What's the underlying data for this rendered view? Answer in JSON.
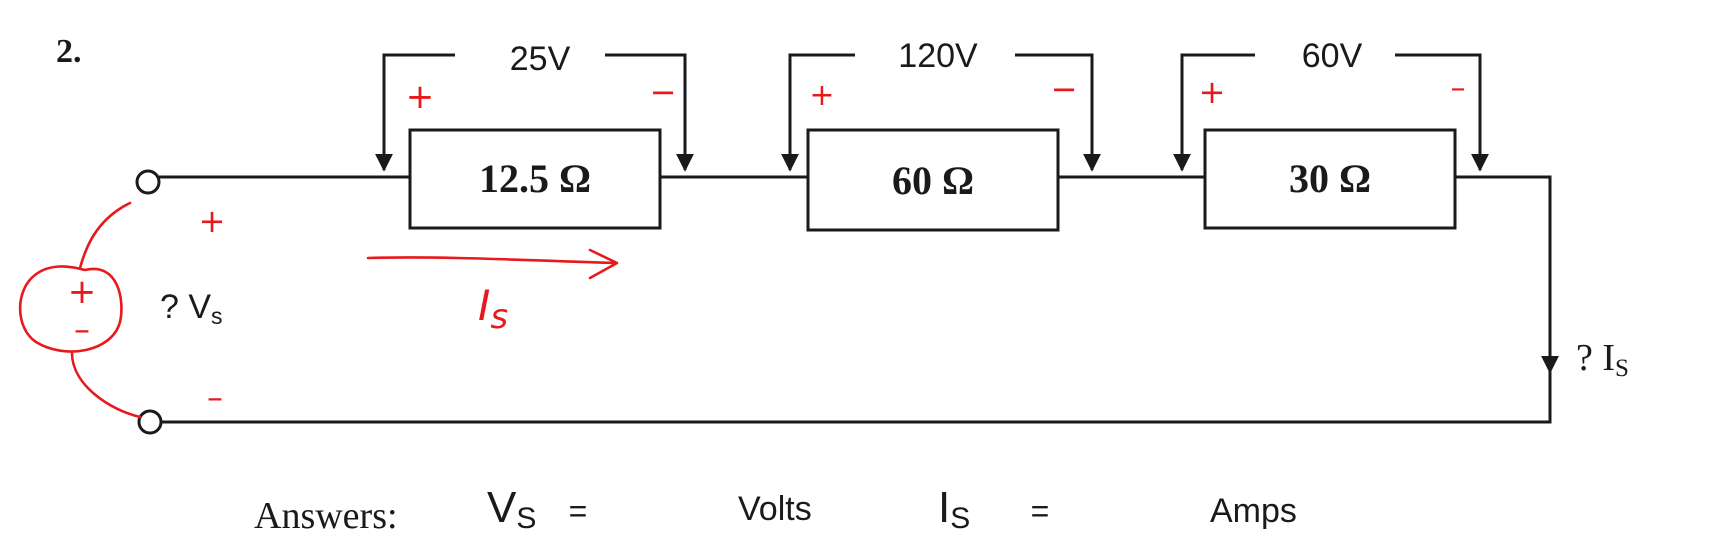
{
  "problem_number": "2.",
  "colors": {
    "line": "#1a1a1a",
    "annotation": "#e8191d",
    "background": "#ffffff"
  },
  "resistors": [
    {
      "label": "12.5 Ω",
      "voltage": "25V"
    },
    {
      "label": "60 Ω",
      "voltage": "120V"
    },
    {
      "label": "30   Ω",
      "voltage": "60V"
    }
  ],
  "polarity": {
    "plus": "+",
    "minus": "−",
    "minus_short": "–"
  },
  "source_label": {
    "prefix": "? V",
    "subscript": "s"
  },
  "current_label": {
    "prefix": "? I",
    "subscript": "S"
  },
  "current_annotation": {
    "letter": "I",
    "subscript": "s"
  },
  "answers": {
    "label": "Answers:",
    "vs_symbol": "V",
    "vs_subscript": "S",
    "equals": "=",
    "volts_unit": "Volts",
    "is_symbol": "I",
    "is_subscript": "S",
    "amps_unit": "Amps"
  }
}
